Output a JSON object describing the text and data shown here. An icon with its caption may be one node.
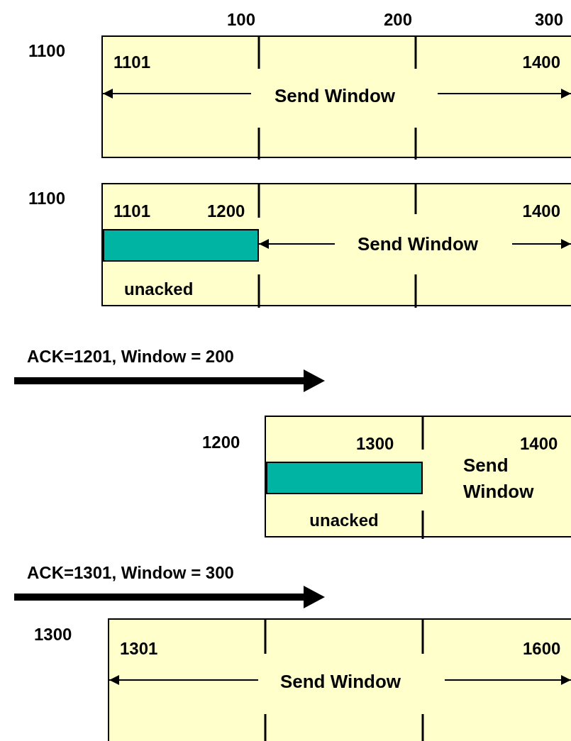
{
  "diagram": {
    "nodes": [
      {
        "text": [
          "1101",
          "1400",
          "Send Window"
        ],
        "beside": [
          "1100"
        ]
      },
      {
        "text": [
          "1101",
          "1200",
          "1400",
          "Send Window",
          "unacked"
        ],
        "beside": [
          "1100"
        ]
      },
      {
        "text": [],
        "shape": "bar",
        "in": 1
      },
      {
        "text": [
          "1300",
          "1400",
          "Send Window",
          "unacked"
        ],
        "beside": [
          "1200"
        ]
      },
      {
        "text": [],
        "shape": "bar",
        "in": 3
      },
      {
        "text": [
          "1301",
          "1600",
          "Send Window"
        ],
        "beside": [
          "1300"
        ]
      }
    ],
    "labels": [
      "100",
      "200",
      "300",
      "ACK=1201, Window = 200",
      "ACK=1301, Window = 300"
    ]
  }
}
